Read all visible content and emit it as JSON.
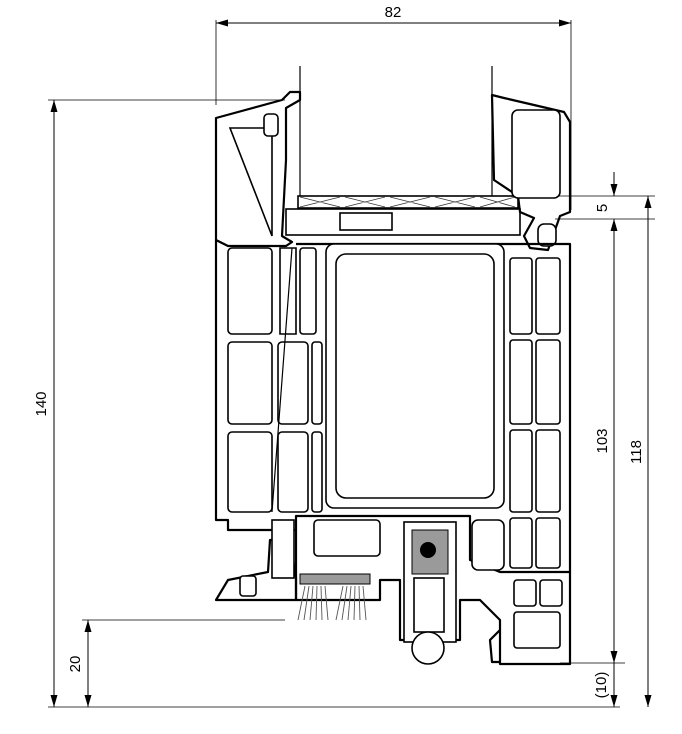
{
  "dimensions": {
    "width_top": "82",
    "height_left": "140",
    "offset_bottom_left": "20",
    "offset_right_top": "5",
    "height_right_inner": "103",
    "height_right_outer": "118",
    "offset_bottom_right": "(10)"
  },
  "colors": {
    "line": "#000000",
    "fill_gray": "#9a9a9a",
    "background": "#ffffff"
  }
}
